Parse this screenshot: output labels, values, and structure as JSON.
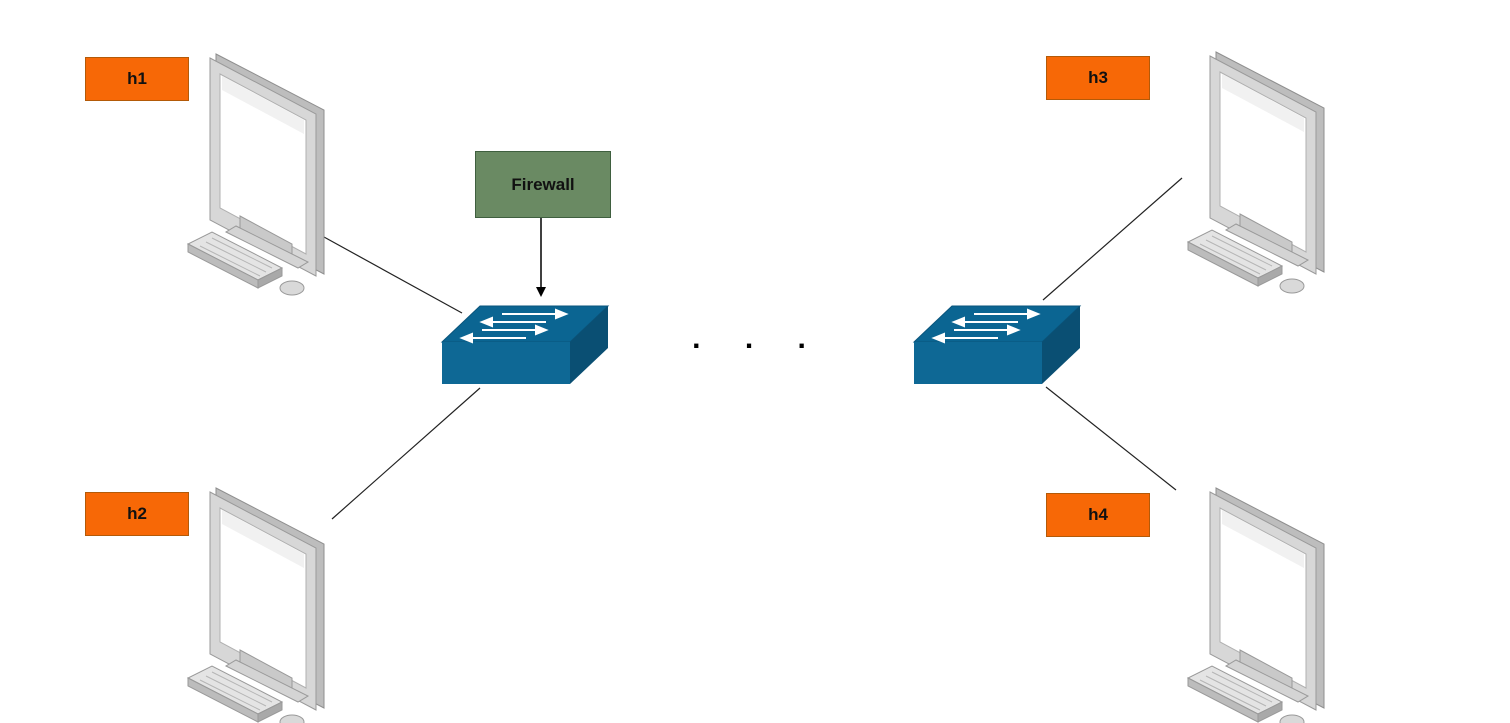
{
  "diagram": {
    "hosts": [
      {
        "id": "h1",
        "label": "h1"
      },
      {
        "id": "h2",
        "label": "h2"
      },
      {
        "id": "h3",
        "label": "h3"
      },
      {
        "id": "h4",
        "label": "h4"
      }
    ],
    "firewall": {
      "label": "Firewall"
    },
    "ellipsis": ". . .",
    "colors": {
      "host_label_fill": "#f76806",
      "firewall_fill": "#6a8a63",
      "switch_front": "#0e6895",
      "switch_top": "#0b5e88",
      "switch_side": "#0a4f73",
      "monitor_frame": "#cfcfcf",
      "link_line": "#222222"
    },
    "icons": {
      "host": "desktop-computer-icon",
      "switch": "network-switch-icon"
    }
  }
}
